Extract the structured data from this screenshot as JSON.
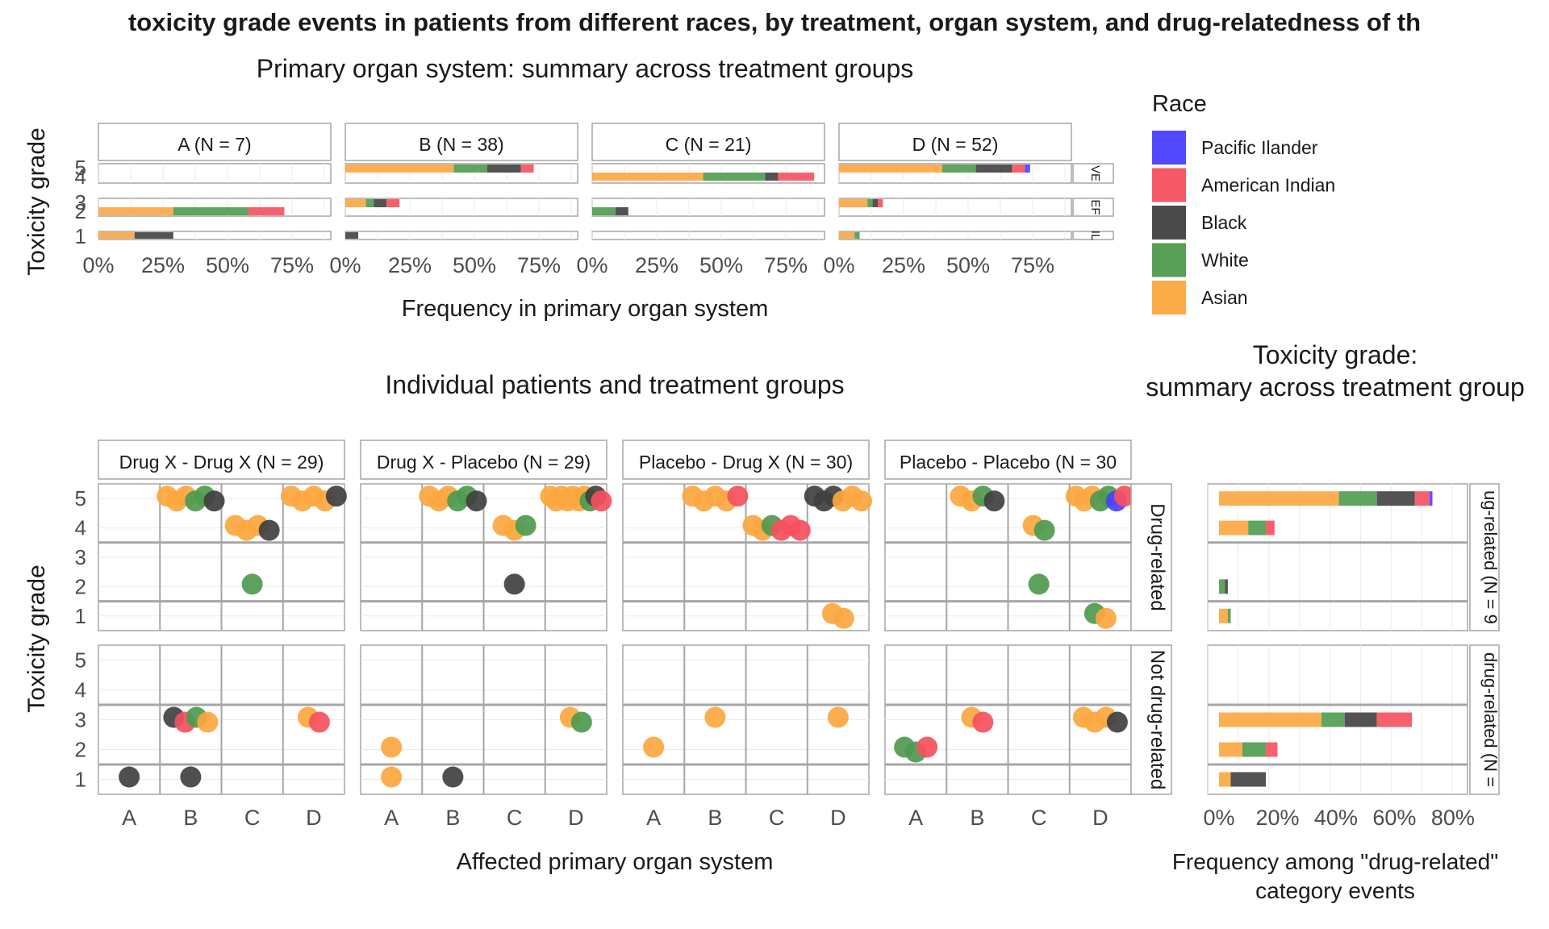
{
  "title": "toxicity grade events in patients from different races, by treatment, organ system, and drug-relatedness of th",
  "legend": {
    "title": "Race",
    "items": [
      {
        "label": "Pacific Ilander",
        "color": "#4a3fff"
      },
      {
        "label": "American Indian",
        "color": "#f6505e"
      },
      {
        "label": "Black",
        "color": "#404040"
      },
      {
        "label": "White",
        "color": "#4e9a4e"
      },
      {
        "label": "Asian",
        "color": "#fca63f"
      }
    ]
  },
  "chart_data": [
    {
      "type": "bar",
      "orientation": "horizontal",
      "stacked": true,
      "title": "Primary organ system: summary across treatment groups",
      "xlabel": "Frequency in primary organ system",
      "ylabel": "Toxicity grade",
      "xlim": [
        0,
        0.9
      ],
      "x_ticks": [
        "0%",
        "25%",
        "50%",
        "75%"
      ],
      "y_ticks": [
        "1",
        "2",
        "3",
        "4",
        "5"
      ],
      "strip_labels_right": [
        "VE",
        "EF",
        "IL"
      ],
      "panels": [
        {
          "label": "A (N = 7)",
          "bars": [
            {
              "grade": 2,
              "segments": [
                0.29,
                0.29,
                0,
                0.14,
                0
              ]
            },
            {
              "grade": 1,
              "segments": [
                0.14,
                0,
                0.15,
                0,
                0
              ]
            }
          ]
        },
        {
          "label": "B (N = 38)",
          "bars": [
            {
              "grade": 5,
              "segments": [
                0.42,
                0.13,
                0.13,
                0.05,
                0
              ]
            },
            {
              "grade": 3,
              "segments": [
                0.08,
                0.03,
                0.05,
                0.05,
                0
              ]
            },
            {
              "grade": 1,
              "segments": [
                0,
                0,
                0.05,
                0,
                0
              ]
            }
          ]
        },
        {
          "label": "C (N = 21)",
          "bars": [
            {
              "grade": 4,
              "segments": [
                0.43,
                0.24,
                0.05,
                0.14,
                0
              ]
            },
            {
              "grade": 2,
              "segments": [
                0,
                0.09,
                0.05,
                0,
                0
              ]
            }
          ]
        },
        {
          "label": "D (N = 52)",
          "bars": [
            {
              "grade": 5,
              "segments": [
                0.4,
                0.13,
                0.14,
                0.05,
                0.02
              ]
            },
            {
              "grade": 3,
              "segments": [
                0.11,
                0.02,
                0.02,
                0.02,
                0
              ]
            },
            {
              "grade": 1,
              "segments": [
                0.06,
                0.02,
                0,
                0,
                0
              ]
            }
          ]
        }
      ]
    },
    {
      "type": "scatter",
      "title": "Individual patients and treatment groups",
      "xlabel": "Affected primary organ system",
      "ylabel": "Toxicity grade",
      "categories": [
        "A",
        "B",
        "C",
        "D"
      ],
      "y_ticks": [
        "1",
        "2",
        "3",
        "4",
        "5"
      ],
      "columns": [
        "Drug X - Drug X (N = 29)",
        "Drug X - Placebo (N = 29)",
        "Placebo - Drug X (N = 30)",
        "Placebo - Placebo (N = 30"
      ],
      "rows": [
        "Drug-related",
        "Not drug-related"
      ],
      "points": [
        {
          "col": 0,
          "row": 0,
          "x": "B",
          "y": 5,
          "race": "Asian",
          "n": 3
        },
        {
          "col": 0,
          "row": 0,
          "x": "B",
          "y": 5,
          "race": "White",
          "n": 2
        },
        {
          "col": 0,
          "row": 0,
          "x": "B",
          "y": 5,
          "race": "Black",
          "n": 1
        },
        {
          "col": 0,
          "row": 0,
          "x": "C",
          "y": 4,
          "race": "Asian",
          "n": 3
        },
        {
          "col": 0,
          "row": 0,
          "x": "C",
          "y": 4,
          "race": "Black",
          "n": 1
        },
        {
          "col": 0,
          "row": 0,
          "x": "C",
          "y": 2,
          "race": "White",
          "n": 1
        },
        {
          "col": 0,
          "row": 0,
          "x": "D",
          "y": 5,
          "race": "Asian",
          "n": 4
        },
        {
          "col": 0,
          "row": 0,
          "x": "D",
          "y": 5,
          "race": "Black",
          "n": 1
        },
        {
          "col": 0,
          "row": 1,
          "x": "A",
          "y": 1,
          "race": "Black",
          "n": 1
        },
        {
          "col": 0,
          "row": 1,
          "x": "B",
          "y": 3,
          "race": "Black",
          "n": 1
        },
        {
          "col": 0,
          "row": 1,
          "x": "B",
          "y": 3,
          "race": "American Indian",
          "n": 1
        },
        {
          "col": 0,
          "row": 1,
          "x": "B",
          "y": 3,
          "race": "White",
          "n": 1
        },
        {
          "col": 0,
          "row": 1,
          "x": "B",
          "y": 3,
          "race": "Asian",
          "n": 1
        },
        {
          "col": 0,
          "row": 1,
          "x": "B",
          "y": 1,
          "race": "Black",
          "n": 1
        },
        {
          "col": 0,
          "row": 1,
          "x": "D",
          "y": 3,
          "race": "Asian",
          "n": 1
        },
        {
          "col": 0,
          "row": 1,
          "x": "D",
          "y": 3,
          "race": "American Indian",
          "n": 1
        },
        {
          "col": 1,
          "row": 0,
          "x": "B",
          "y": 5,
          "race": "Asian",
          "n": 3
        },
        {
          "col": 1,
          "row": 0,
          "x": "B",
          "y": 5,
          "race": "White",
          "n": 2
        },
        {
          "col": 1,
          "row": 0,
          "x": "B",
          "y": 5,
          "race": "Black",
          "n": 1
        },
        {
          "col": 1,
          "row": 0,
          "x": "C",
          "y": 4,
          "race": "Asian",
          "n": 2
        },
        {
          "col": 1,
          "row": 0,
          "x": "C",
          "y": 4,
          "race": "White",
          "n": 1
        },
        {
          "col": 1,
          "row": 0,
          "x": "C",
          "y": 2,
          "race": "Black",
          "n": 1
        },
        {
          "col": 1,
          "row": 0,
          "x": "D",
          "y": 5,
          "race": "Asian",
          "n": 7
        },
        {
          "col": 1,
          "row": 0,
          "x": "D",
          "y": 5,
          "race": "White",
          "n": 1
        },
        {
          "col": 1,
          "row": 0,
          "x": "D",
          "y": 5,
          "race": "Black",
          "n": 1
        },
        {
          "col": 1,
          "row": 0,
          "x": "D",
          "y": 5,
          "race": "American Indian",
          "n": 1
        },
        {
          "col": 1,
          "row": 1,
          "x": "A",
          "y": 2,
          "race": "Asian",
          "n": 1
        },
        {
          "col": 1,
          "row": 1,
          "x": "A",
          "y": 1,
          "race": "Asian",
          "n": 1
        },
        {
          "col": 1,
          "row": 1,
          "x": "B",
          "y": 1,
          "race": "Black",
          "n": 1
        },
        {
          "col": 1,
          "row": 1,
          "x": "D",
          "y": 3,
          "race": "Asian",
          "n": 1
        },
        {
          "col": 1,
          "row": 1,
          "x": "D",
          "y": 3,
          "race": "White",
          "n": 1
        },
        {
          "col": 2,
          "row": 0,
          "x": "B",
          "y": 5,
          "race": "Asian",
          "n": 4
        },
        {
          "col": 2,
          "row": 0,
          "x": "B",
          "y": 5,
          "race": "American Indian",
          "n": 1
        },
        {
          "col": 2,
          "row": 0,
          "x": "C",
          "y": 4,
          "race": "Asian",
          "n": 2
        },
        {
          "col": 2,
          "row": 0,
          "x": "C",
          "y": 4,
          "race": "White",
          "n": 1
        },
        {
          "col": 2,
          "row": 0,
          "x": "C",
          "y": 4,
          "race": "American Indian",
          "n": 3
        },
        {
          "col": 2,
          "row": 0,
          "x": "D",
          "y": 5,
          "race": "Black",
          "n": 3
        },
        {
          "col": 2,
          "row": 0,
          "x": "D",
          "y": 5,
          "race": "Asian",
          "n": 3
        },
        {
          "col": 2,
          "row": 0,
          "x": "D",
          "y": 1,
          "race": "Asian",
          "n": 2
        },
        {
          "col": 2,
          "row": 1,
          "x": "A",
          "y": 2,
          "race": "Asian",
          "n": 1
        },
        {
          "col": 2,
          "row": 1,
          "x": "B",
          "y": 3,
          "race": "Asian",
          "n": 1
        },
        {
          "col": 2,
          "row": 1,
          "x": "D",
          "y": 3,
          "race": "Asian",
          "n": 1
        },
        {
          "col": 3,
          "row": 0,
          "x": "B",
          "y": 5,
          "race": "Asian",
          "n": 2
        },
        {
          "col": 3,
          "row": 0,
          "x": "B",
          "y": 5,
          "race": "White",
          "n": 1
        },
        {
          "col": 3,
          "row": 0,
          "x": "B",
          "y": 5,
          "race": "Black",
          "n": 1
        },
        {
          "col": 3,
          "row": 0,
          "x": "C",
          "y": 4,
          "race": "Asian",
          "n": 1
        },
        {
          "col": 3,
          "row": 0,
          "x": "C",
          "y": 4,
          "race": "White",
          "n": 1
        },
        {
          "col": 3,
          "row": 0,
          "x": "C",
          "y": 2,
          "race": "White",
          "n": 1
        },
        {
          "col": 3,
          "row": 0,
          "x": "D",
          "y": 5,
          "race": "Asian",
          "n": 3
        },
        {
          "col": 3,
          "row": 0,
          "x": "D",
          "y": 5,
          "race": "White",
          "n": 2
        },
        {
          "col": 3,
          "row": 0,
          "x": "D",
          "y": 5,
          "race": "Pacific Ilander",
          "n": 1
        },
        {
          "col": 3,
          "row": 0,
          "x": "D",
          "y": 5,
          "race": "American Indian",
          "n": 1
        },
        {
          "col": 3,
          "row": 0,
          "x": "D",
          "y": 1,
          "race": "White",
          "n": 1
        },
        {
          "col": 3,
          "row": 0,
          "x": "D",
          "y": 1,
          "race": "Asian",
          "n": 1
        },
        {
          "col": 3,
          "row": 1,
          "x": "A",
          "y": 2,
          "race": "White",
          "n": 2
        },
        {
          "col": 3,
          "row": 1,
          "x": "A",
          "y": 2,
          "race": "American Indian",
          "n": 1
        },
        {
          "col": 3,
          "row": 1,
          "x": "B",
          "y": 3,
          "race": "Asian",
          "n": 1
        },
        {
          "col": 3,
          "row": 1,
          "x": "B",
          "y": 3,
          "race": "American Indian",
          "n": 1
        },
        {
          "col": 3,
          "row": 1,
          "x": "D",
          "y": 3,
          "race": "Asian",
          "n": 3
        },
        {
          "col": 3,
          "row": 1,
          "x": "D",
          "y": 3,
          "race": "Black",
          "n": 1
        }
      ]
    },
    {
      "type": "bar",
      "orientation": "horizontal",
      "stacked": true,
      "title": "Toxicity grade:\nsummary across treatment group",
      "xlabel": "Frequency among \"drug-related\"\ncategory events",
      "xlim": [
        0,
        0.85
      ],
      "x_ticks": [
        "0%",
        "20%",
        "40%",
        "60%",
        "80%"
      ],
      "strip_labels_right": [
        "ug-related (N = 9",
        "drug-related (N ="
      ],
      "panels": [
        {
          "row": "Drug-related",
          "bars": [
            {
              "grade": 5,
              "segments": [
                0.41,
                0.13,
                0.13,
                0.05,
                0.01
              ]
            },
            {
              "grade": 4,
              "segments": [
                0.1,
                0.06,
                0,
                0.03,
                0
              ]
            },
            {
              "grade": 2,
              "segments": [
                0,
                0.02,
                0.01,
                0,
                0
              ]
            },
            {
              "grade": 1,
              "segments": [
                0.03,
                0.01,
                0,
                0,
                0
              ]
            }
          ]
        },
        {
          "row": "Not drug-related",
          "bars": [
            {
              "grade": 3,
              "segments": [
                0.35,
                0.08,
                0.11,
                0.12,
                0
              ]
            },
            {
              "grade": 2,
              "segments": [
                0.08,
                0.08,
                0,
                0.04,
                0
              ]
            },
            {
              "grade": 1,
              "segments": [
                0.04,
                0,
                0.12,
                0,
                0
              ]
            }
          ]
        }
      ]
    }
  ]
}
